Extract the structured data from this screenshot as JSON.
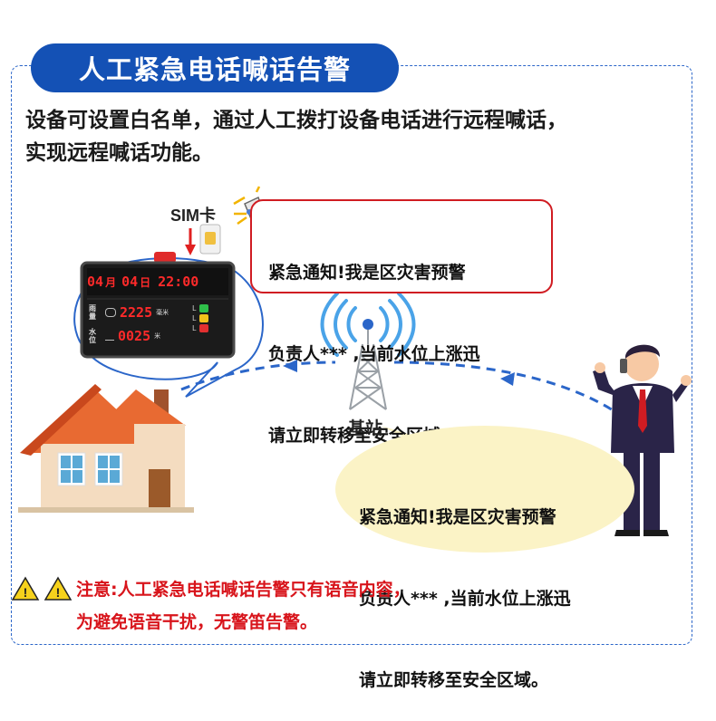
{
  "title": "人工紧急电话喊话告警",
  "intro": {
    "line1": "设备可设置白名单，通过人工拨打设备电话进行远程喊话，",
    "line2": "实现远程喊话功能。"
  },
  "sim_label": "SIM卡",
  "base_station_label": "基站",
  "message": {
    "line1": "紧急通知!我是区灾害预警",
    "line2": "负责人*** ,当前水位上涨迅",
    "line3": "请立即转移至安全区域。"
  },
  "display": {
    "month": "04",
    "month_unit": "月",
    "day": "04",
    "day_unit": "日",
    "time": "22:00",
    "rain_value": "2225",
    "rain_unit": "毫米",
    "rain_label": "雨量",
    "water_value": "0025",
    "water_unit": "米",
    "water_label": "水位",
    "level_letters": [
      "L",
      "L",
      "L"
    ]
  },
  "warning": {
    "line1": "注意:人工紧急电话喊话告警只有语音内容，",
    "line2": "为避免语音干扰，无警笛告警。"
  },
  "colors": {
    "brand_blue": "#1451b5",
    "alert_red": "#d8141b",
    "bubble_yellow": "#fbf3c6",
    "led_red": "#ff2a2a"
  },
  "icons": [
    "warning-icon",
    "house-icon",
    "tower-icon",
    "person-icon",
    "sim-card-icon",
    "speaker-icon",
    "led-display-icon"
  ]
}
